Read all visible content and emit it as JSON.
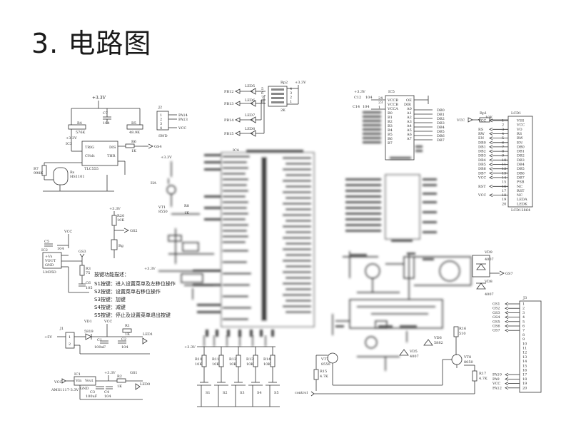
{
  "page_title": "3. 电路图",
  "labels": {
    "top_left": {
      "vcc_33": "+3.3V",
      "r4": "R4",
      "r4_val": "576K",
      "c7": "C7",
      "c7_val": "104",
      "r5": "R5",
      "r5_val": "48.9K",
      "r6": "R6",
      "r6_val": "1K",
      "ic3": "IC3",
      "ic3_part": "TLC555",
      "trig": "TRIG",
      "dis": "DIS",
      "cvolt": "CVolt",
      "thr": "THR",
      "gs4": "GS4",
      "j2": "J2",
      "swd": "SWD",
      "pa14": "PA14",
      "pa13": "PA13",
      "vcc": "VCC",
      "r7": "R7",
      "r7_val": "998K",
      "rs": "Rs",
      "rs_part": "HS1101"
    },
    "ic2": {
      "vcc": "VCC",
      "c5": "C5",
      "c5_val": "104",
      "ic2": "IC2",
      "vin": "+Vs",
      "vout": "VOUT",
      "gnd": "GND",
      "part": "LM35D",
      "gs3": "GS3",
      "r3": "R3",
      "r3_val": "75",
      "c6": "C6",
      "c6_val": "105"
    },
    "light": {
      "vcc_33": "+3.3V",
      "r20": "R20",
      "r20_val": "10K",
      "gs2": "GS2",
      "rg": "Rg"
    },
    "keys": {
      "heading": "按键功能描述：",
      "items": [
        "S1按键：进入设置菜单及左移位操作",
        "S2按键：设置菜单右移位操作",
        "S3按键：加键",
        "S4按键：减键",
        "S5按键：停止及设置菜单退出按键"
      ]
    },
    "power": {
      "plus5": "+5V",
      "j1": "J1",
      "vd1": "VD1",
      "vd1_part": "5819",
      "vcc": "VCC",
      "r1": "R1",
      "r1_val": "1K",
      "led1": "LED1",
      "c1": "C1",
      "c1_val": "100uF",
      "c2": "C2",
      "c2_val": "104",
      "ic1": "IC1",
      "ic1_part": "AMS1117-3.3V",
      "vin": "Vin",
      "vout": "Vout",
      "gnd": "GND",
      "vcc_in": "VCC",
      "plus33": "+3.3V",
      "gs1": "GS1",
      "r2": "R2",
      "r2_val": "1K",
      "led0": "LED0",
      "c3": "C3",
      "c3_val": "100uF",
      "c4": "C4",
      "c4_val": "104"
    },
    "leds": {
      "pb12": "PB12",
      "pb13": "PB13",
      "pb14": "PB14",
      "pb15": "PB15",
      "led5": "LED5",
      "led6": "LED6",
      "led7": "LED7",
      "led8": "LED8",
      "rp2": "Rp2",
      "rp2_val": "2K",
      "vcc33": "+3.3V"
    },
    "ic5": {
      "ic5": "IC5",
      "vcc33": "+3.3V",
      "c12": "C12",
      "c12_val": "104",
      "c14": "C14",
      "c14_val": "104",
      "pins": [
        "VCCB",
        "VCCB",
        "VCCA",
        "B0",
        "B1",
        "B2",
        "B3",
        "B4",
        "B5",
        "B6",
        "B7"
      ],
      "right_pins": [
        "OE",
        "DIR",
        "A0",
        "A1",
        "A2",
        "A3",
        "A4",
        "A5",
        "A6",
        "A7"
      ],
      "db": [
        "DB0",
        "DB1",
        "DB2",
        "DB3",
        "DB4",
        "DB5",
        "DB6",
        "DB7"
      ],
      "pin_nums": [
        "24",
        "23",
        "1"
      ]
    },
    "lcd": {
      "rp1": "Rp1",
      "rp1_val": "10K",
      "vcc": "VCC",
      "lcd1": "LCD1",
      "part": "LCD12864",
      "left": [
        "VCC",
        "",
        "RS",
        "RW",
        "EN",
        "DB0",
        "DB1",
        "DB2",
        "DB3",
        "DB4",
        "DB5",
        "DB6",
        "DB7",
        "VCC",
        "",
        "RST",
        "",
        "VCC",
        ""
      ],
      "pins": [
        "VSS",
        "VCC",
        "VO",
        "RS",
        "RW",
        "EN",
        "DB0",
        "DB1",
        "DB2",
        "DB3",
        "DB4",
        "DB5",
        "DB6",
        "DB7",
        "PSB",
        "NC",
        "RST",
        "NC",
        "LEDA",
        "LEDK"
      ]
    },
    "mcu": {
      "ic4": "IC4"
    },
    "j3": {
      "j3": "J3",
      "left": [
        "GS1",
        "GS2",
        "GS3",
        "GS4",
        "GS5",
        "GS6",
        "GS7",
        "",
        "",
        "",
        "",
        "",
        "",
        "",
        "",
        "",
        "PA10",
        "PA9",
        "VCC",
        "PA12"
      ]
    },
    "motor": {
      "vd9": "VD9",
      "vd8": "VD8",
      "gs7": "GS7",
      "part": "4007",
      "r16": "R16",
      "r16_val": "510",
      "vt8": "VT8",
      "vt8_part": "8050",
      "r17": "R17",
      "r17_val": "4.7K",
      "r15": "R15",
      "r15_val": "4.7K",
      "vt7": "VT7",
      "vt7_part": "8550",
      "control": "control",
      "vd6": "VD6",
      "vd6_part": "5882",
      "vd5": "VD5",
      "vd5_part": "4007"
    },
    "switches": {
      "vcc33": "+3.3V",
      "r": [
        "R10",
        "R11",
        "R12",
        "R13",
        "R14"
      ],
      "r_val": "10K",
      "s": [
        "S1",
        "S2",
        "S3",
        "S4",
        "S5"
      ]
    },
    "misc": {
      "buzzer": "HA",
      "vt1": "VT1",
      "vt1_part": "8550",
      "r8": "R8",
      "r8_val": "1K",
      "vcc33": "+3.3V",
      "plus33v": "+3.3V"
    }
  }
}
